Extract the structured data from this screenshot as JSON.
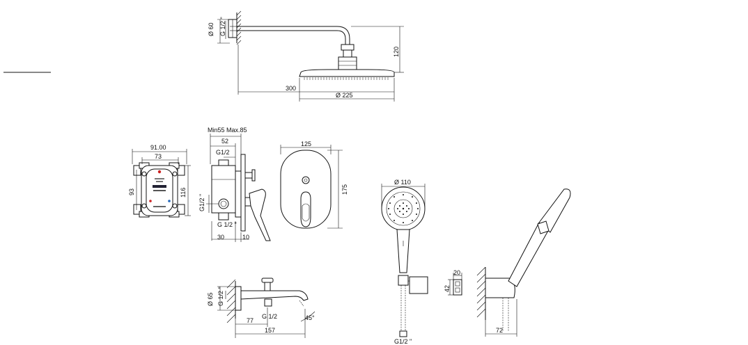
{
  "dimensions": {
    "head_arm_thread": "G 1/2 \"",
    "head_flange_dia": "Ø 60",
    "head_height": "120",
    "head_arm_length": "300",
    "head_dia": "Ø 225",
    "box_width_outer": "91.00",
    "box_width_inner": "73",
    "box_height_inner": "93",
    "box_height_outer": "116",
    "mixer_depth_range": "Min55 Max.85",
    "mixer_depth": "52",
    "mixer_thread_top": "G1/2",
    "mixer_thread_side": "G1/2 \"",
    "mixer_thread_bottom": "G 1/2 \"",
    "mixer_depth_30": "30",
    "mixer_depth_10": "10",
    "plate_width": "125",
    "plate_height": "175",
    "hand_shower_dia": "Ø 110",
    "hand_shower_thread": "G1/2 \"",
    "holder_width": "20",
    "holder_height": "42",
    "holder_depth": "72",
    "spout_flange_dia": "Ø 65",
    "spout_thread_side": "G 1/2 \"",
    "spout_thread": "G 1/2",
    "spout_offset": "77",
    "spout_length": "157",
    "spout_angle": "45°"
  }
}
